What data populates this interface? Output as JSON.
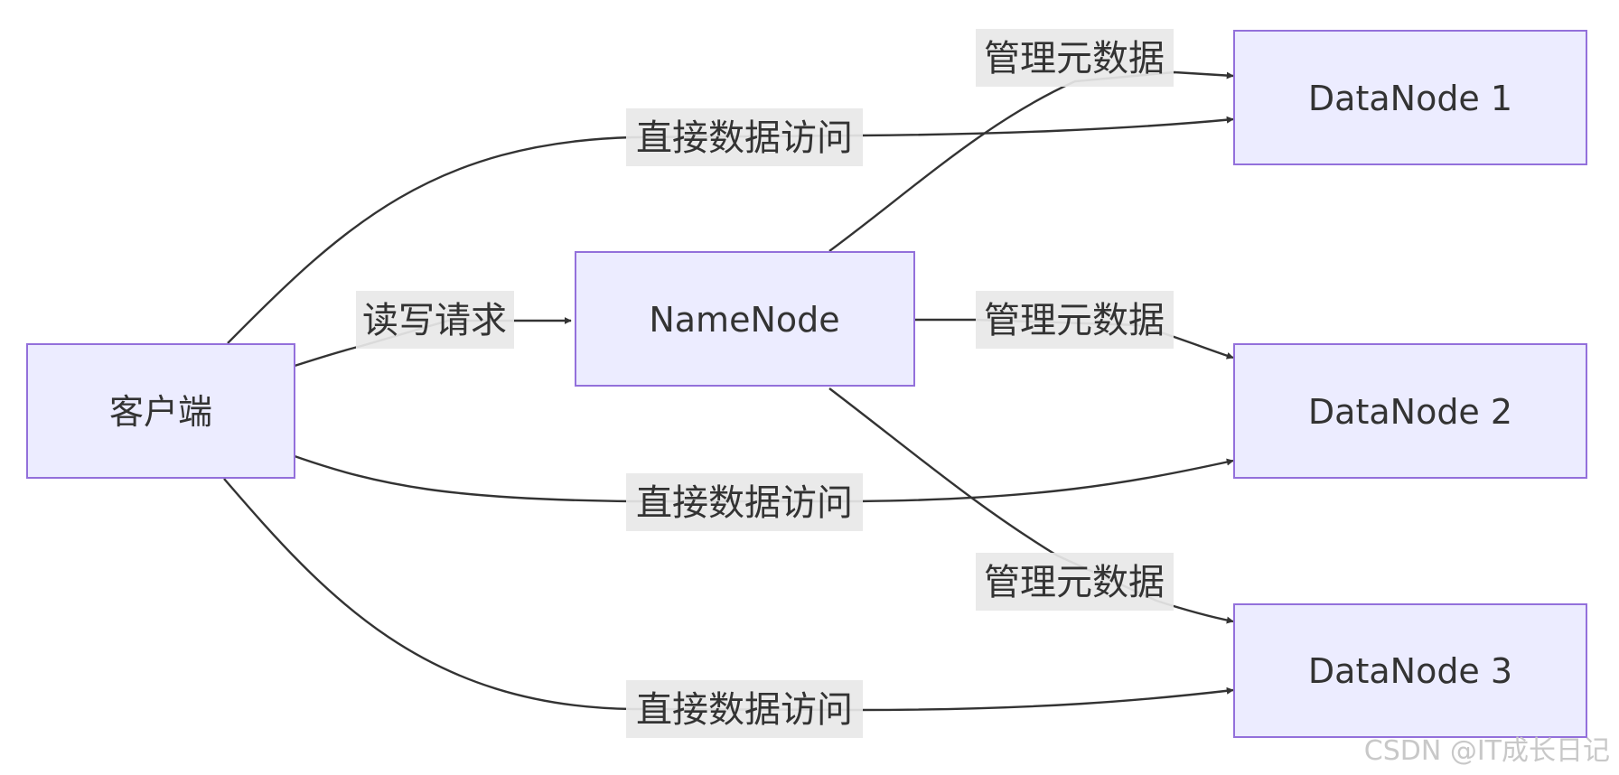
{
  "nodes": {
    "client": {
      "label": "客户端"
    },
    "namenode": {
      "label": "NameNode"
    },
    "datanode1": {
      "label": "DataNode 1"
    },
    "datanode2": {
      "label": "DataNode 2"
    },
    "datanode3": {
      "label": "DataNode 3"
    }
  },
  "edges": {
    "client_to_namenode": {
      "label": "读写请求"
    },
    "client_to_datanode1": {
      "label": "直接数据访问"
    },
    "client_to_datanode2": {
      "label": "直接数据访问"
    },
    "client_to_datanode3": {
      "label": "直接数据访问"
    },
    "namenode_to_datanode1": {
      "label": "管理元数据"
    },
    "namenode_to_datanode2": {
      "label": "管理元数据"
    },
    "namenode_to_datanode3": {
      "label": "管理元数据"
    }
  },
  "watermark": "CSDN @IT成长日记",
  "colors": {
    "node_fill": "#ececff",
    "node_stroke": "#9370db",
    "edge": "#333333",
    "label_bg": "#e8e8e8"
  }
}
